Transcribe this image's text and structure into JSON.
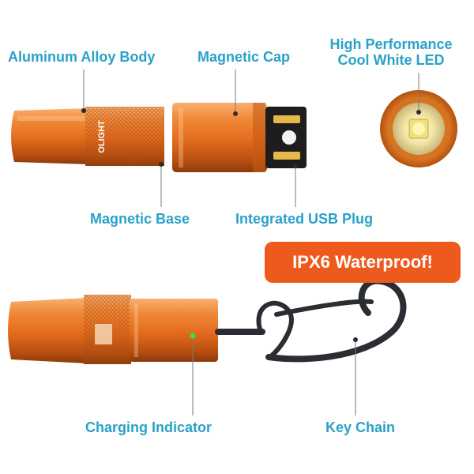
{
  "callouts": {
    "aluminum_body": "Aluminum Alloy Body",
    "magnetic_cap": "Magnetic Cap",
    "led_line1": "High Performance",
    "led_line2": "Cool White LED",
    "magnetic_base": "Magnetic Base",
    "usb_plug": "Integrated USB Plug",
    "charging_indicator": "Charging Indicator",
    "key_chain": "Key Chain"
  },
  "badge": {
    "label": "IPX6 Waterproof!"
  },
  "brand": {
    "logo_text": "OLIGHT"
  },
  "colors": {
    "callout_text": "#2aa1c9",
    "badge_bg": "#ee5a1d",
    "body_orange": "#e8772a",
    "indicator_green": "#2fe05a"
  }
}
